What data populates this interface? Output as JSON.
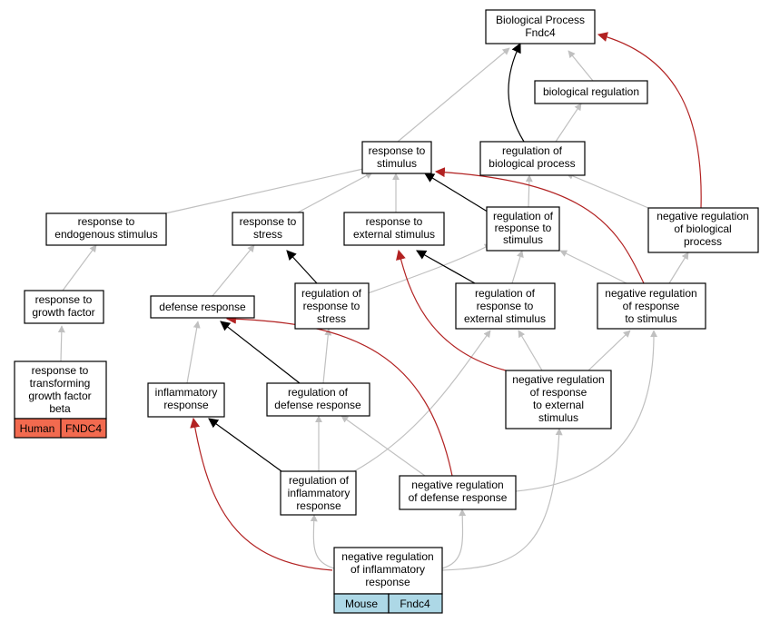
{
  "colors": {
    "is_a_edge": "#c0c0c0",
    "regulates_edge": "#000000",
    "negatively_regulates_edge": "#b22222",
    "human_tag": "#f26a4f",
    "mouse_tag": "#add8e6"
  },
  "nodes": {
    "bp_root": [
      "Biological Process",
      "Fndc4"
    ],
    "biological_regulation": [
      "biological regulation"
    ],
    "response_to_stimulus": [
      "response to",
      "stimulus"
    ],
    "regulation_of_biological_process": [
      "regulation of",
      "biological process"
    ],
    "response_to_endogenous_stimulus": [
      "response to",
      "endogenous stimulus"
    ],
    "response_to_stress": [
      "response to",
      "stress"
    ],
    "response_to_external_stimulus": [
      "response to",
      "external stimulus"
    ],
    "regulation_of_response_to_stimulus": [
      "regulation of",
      "response to",
      "stimulus"
    ],
    "negative_regulation_of_biological_process": [
      "negative regulation",
      "of biological",
      "process"
    ],
    "response_to_growth_factor": [
      "response to",
      "growth factor"
    ],
    "defense_response": [
      "defense response"
    ],
    "regulation_of_response_to_stress": [
      "regulation of",
      "response to",
      "stress"
    ],
    "regulation_of_response_to_external_stimulus": [
      "regulation of",
      "response to",
      "external stimulus"
    ],
    "negative_regulation_of_response_to_stimulus": [
      "negative regulation",
      "of response",
      "to stimulus"
    ],
    "response_to_tgf_beta": [
      "response to",
      "transforming",
      "growth factor",
      "beta"
    ],
    "inflammatory_response": [
      "inflammatory",
      "response"
    ],
    "regulation_of_defense_response": [
      "regulation of",
      "defense response"
    ],
    "negative_regulation_of_response_to_external_stimulus": [
      "negative regulation",
      "of response",
      "to external",
      "stimulus"
    ],
    "regulation_of_inflammatory_response": [
      "regulation of",
      "inflammatory",
      "response"
    ],
    "negative_regulation_of_defense_response": [
      "negative regulation",
      "of defense response"
    ],
    "negative_regulation_of_inflammatory_response": [
      "negative regulation",
      "of inflammatory",
      "response"
    ]
  },
  "tags": {
    "human": {
      "species": "Human",
      "gene": "FNDC4"
    },
    "mouse": {
      "species": "Mouse",
      "gene": "Fndc4"
    }
  }
}
